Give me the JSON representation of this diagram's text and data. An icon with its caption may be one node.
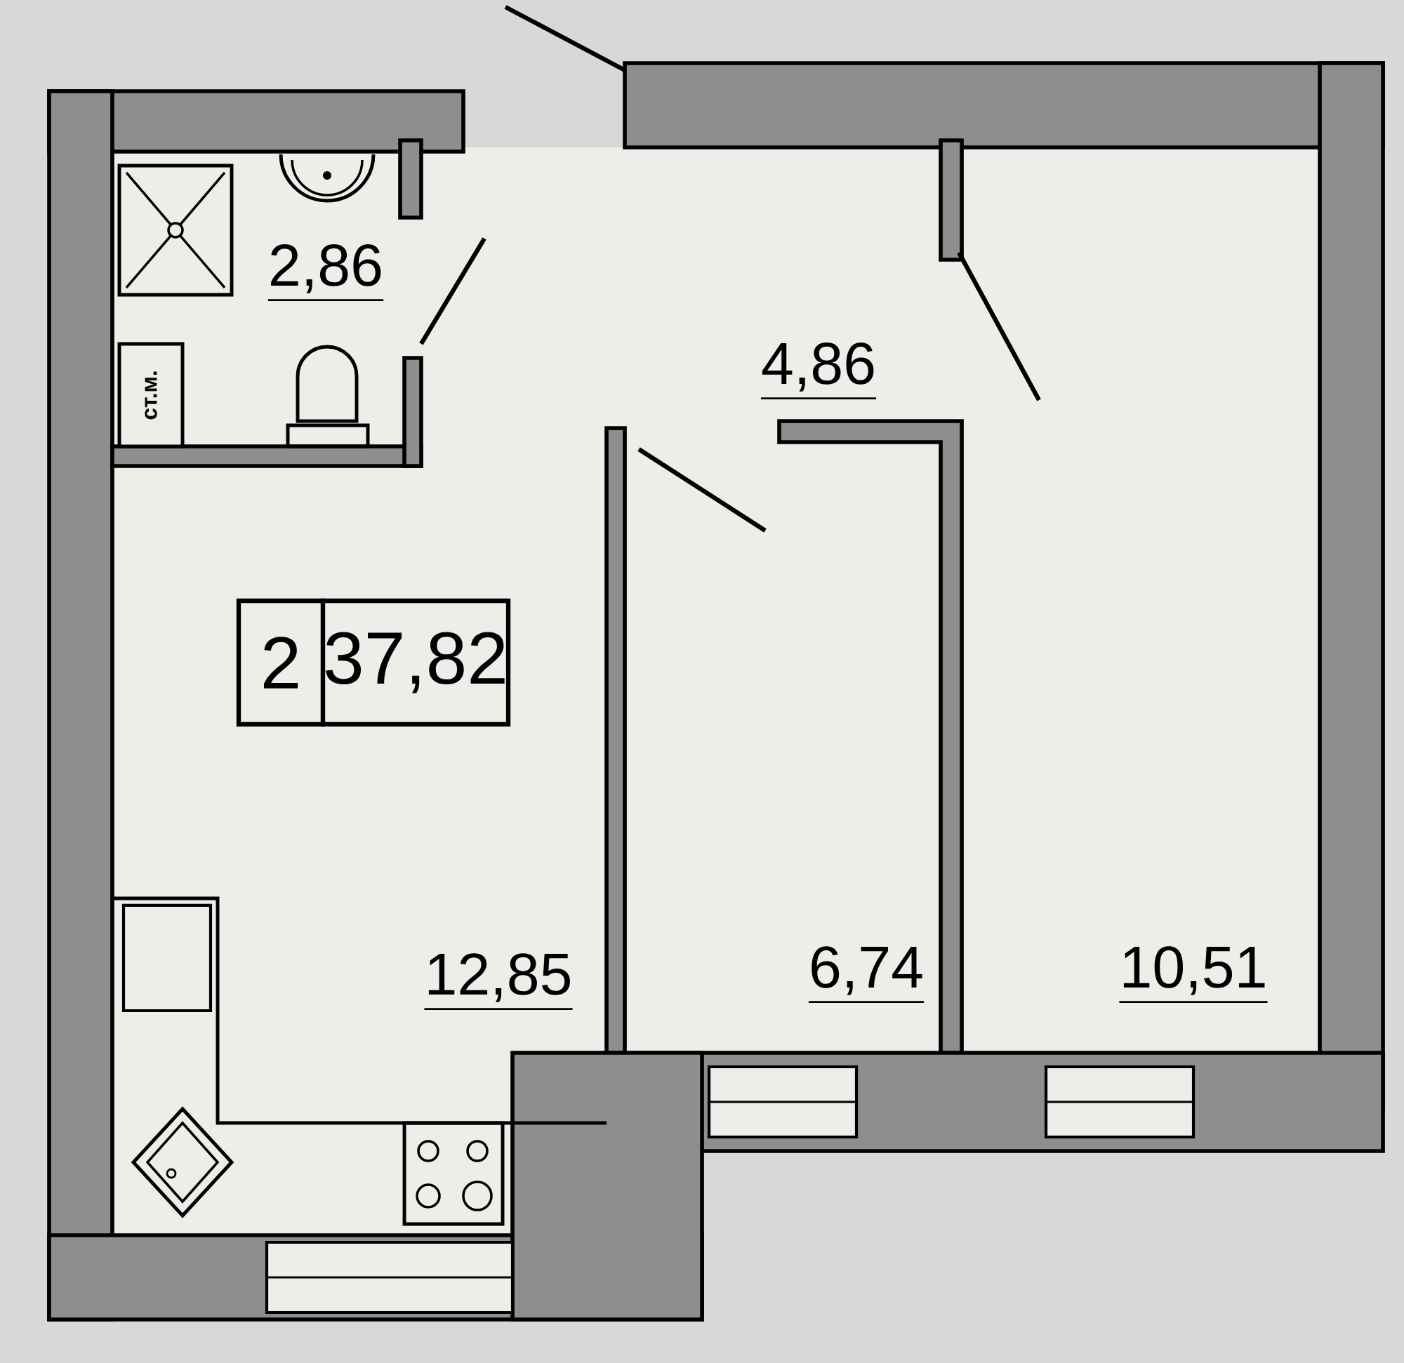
{
  "diagram": {
    "nodes": [
      {
        "text": [
          "ст.м."
        ]
      },
      {
        "text": [
          "2"
        ]
      },
      {
        "text": [
          "37,82"
        ]
      }
    ],
    "labels": [
      "2,86",
      "4,86",
      "12,85",
      "6,74",
      "10,51"
    ]
  }
}
